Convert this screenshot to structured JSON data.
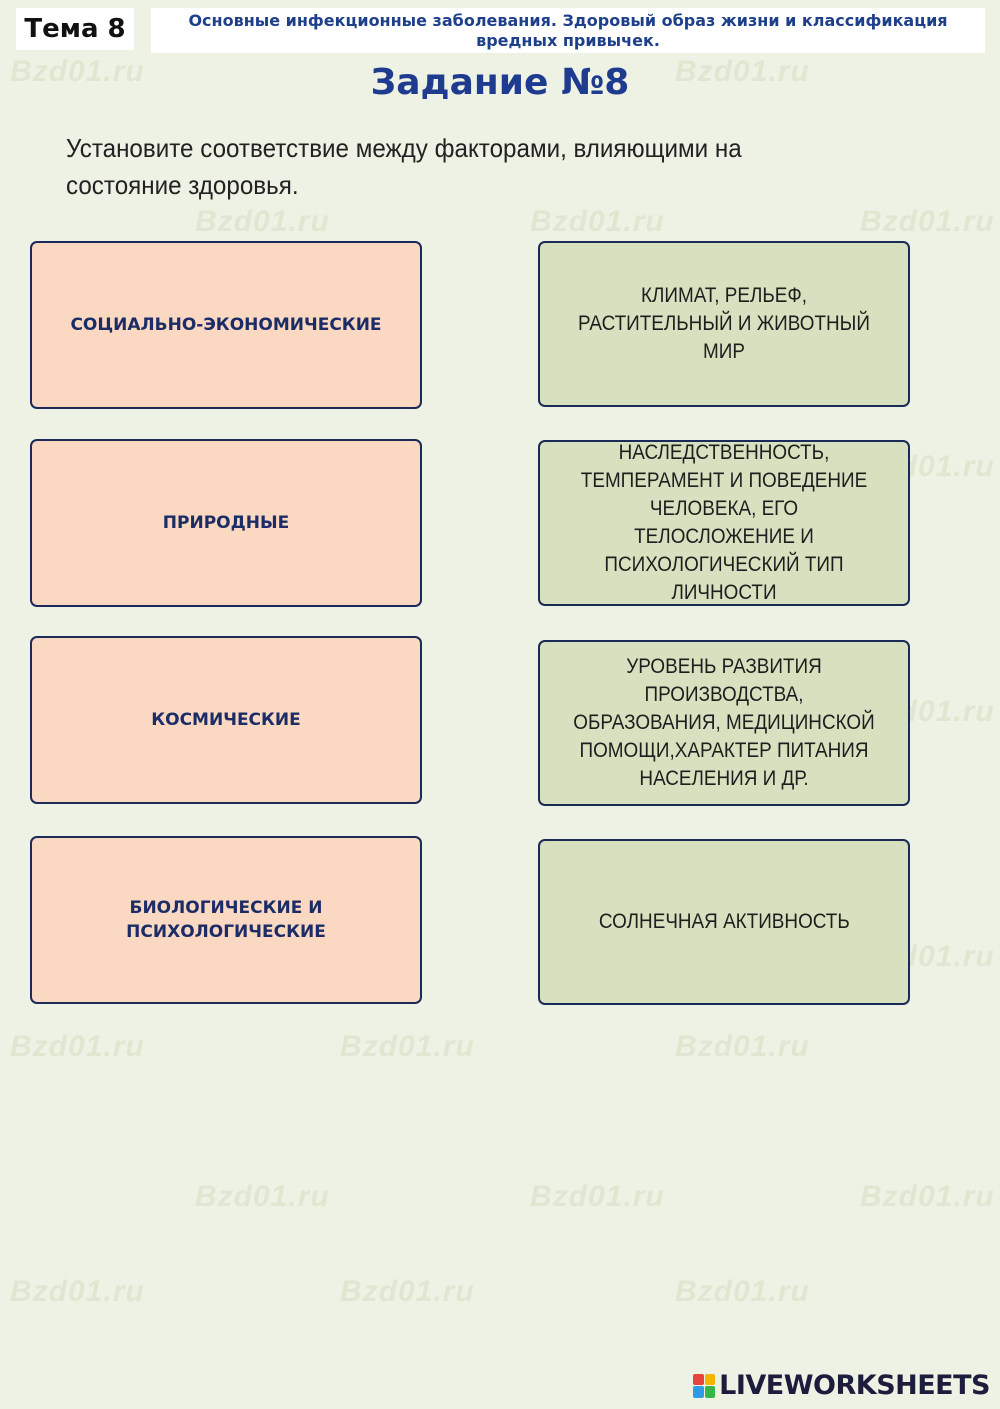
{
  "header": {
    "topic_label": "Тема 8",
    "topic_title": "Основные инфекционные заболевания. Здоровый образ жизни и классификация вредных привычек."
  },
  "task": {
    "heading": "Задание №8",
    "instruction": "Установите соответствие между факторами, влияющими на состояние здоровья."
  },
  "left_items": [
    {
      "label": "СОЦИАЛЬНО-ЭКОНОМИЧЕСКИЕ"
    },
    {
      "label": "ПРИРОДНЫЕ"
    },
    {
      "label": "КОСМИЧЕСКИЕ"
    },
    {
      "label": "БИОЛОГИЧЕСКИЕ И ПСИХОЛОГИЧЕСКИЕ"
    }
  ],
  "right_items": [
    {
      "label": "КЛИМАТ, РЕЛЬЕФ, РАСТИТЕЛЬНЫЙ И ЖИВОТНЫЙ МИР"
    },
    {
      "label": "НАСЛЕДСТВЕННОСТЬ, ТЕМПЕРАМЕНТ И ПОВЕДЕНИЕ ЧЕЛОВЕКА, ЕГО ТЕЛОСЛОЖЕНИЕ И ПСИХОЛОГИЧЕСКИЙ ТИП ЛИЧНОСТИ"
    },
    {
      "label": "УРОВЕНЬ РАЗВИТИЯ ПРОИЗВОДСТВА, ОБРАЗОВАНИЯ, МЕДИЦИНСКОЙ ПОМОЩИ,ХАРАКТЕР ПИТАНИЯ НАСЕЛЕНИЯ И ДР."
    },
    {
      "label": "СОЛНЕЧНАЯ АКТИВНОСТЬ"
    }
  ],
  "watermark": {
    "text": "Bzd01.ru"
  },
  "footer": {
    "logo_text": "LIVEWORKSHEETS",
    "logo_icon": "liveworksheets-logo-icon",
    "logo_colors": [
      "#e8423c",
      "#f6b400",
      "#2e9be6",
      "#39b54a"
    ]
  },
  "colors": {
    "left_card_bg": "#fad8c2",
    "right_card_bg": "#d7e1bf",
    "heading": "#1f3b8f",
    "page_bg": "#eef2e4"
  }
}
